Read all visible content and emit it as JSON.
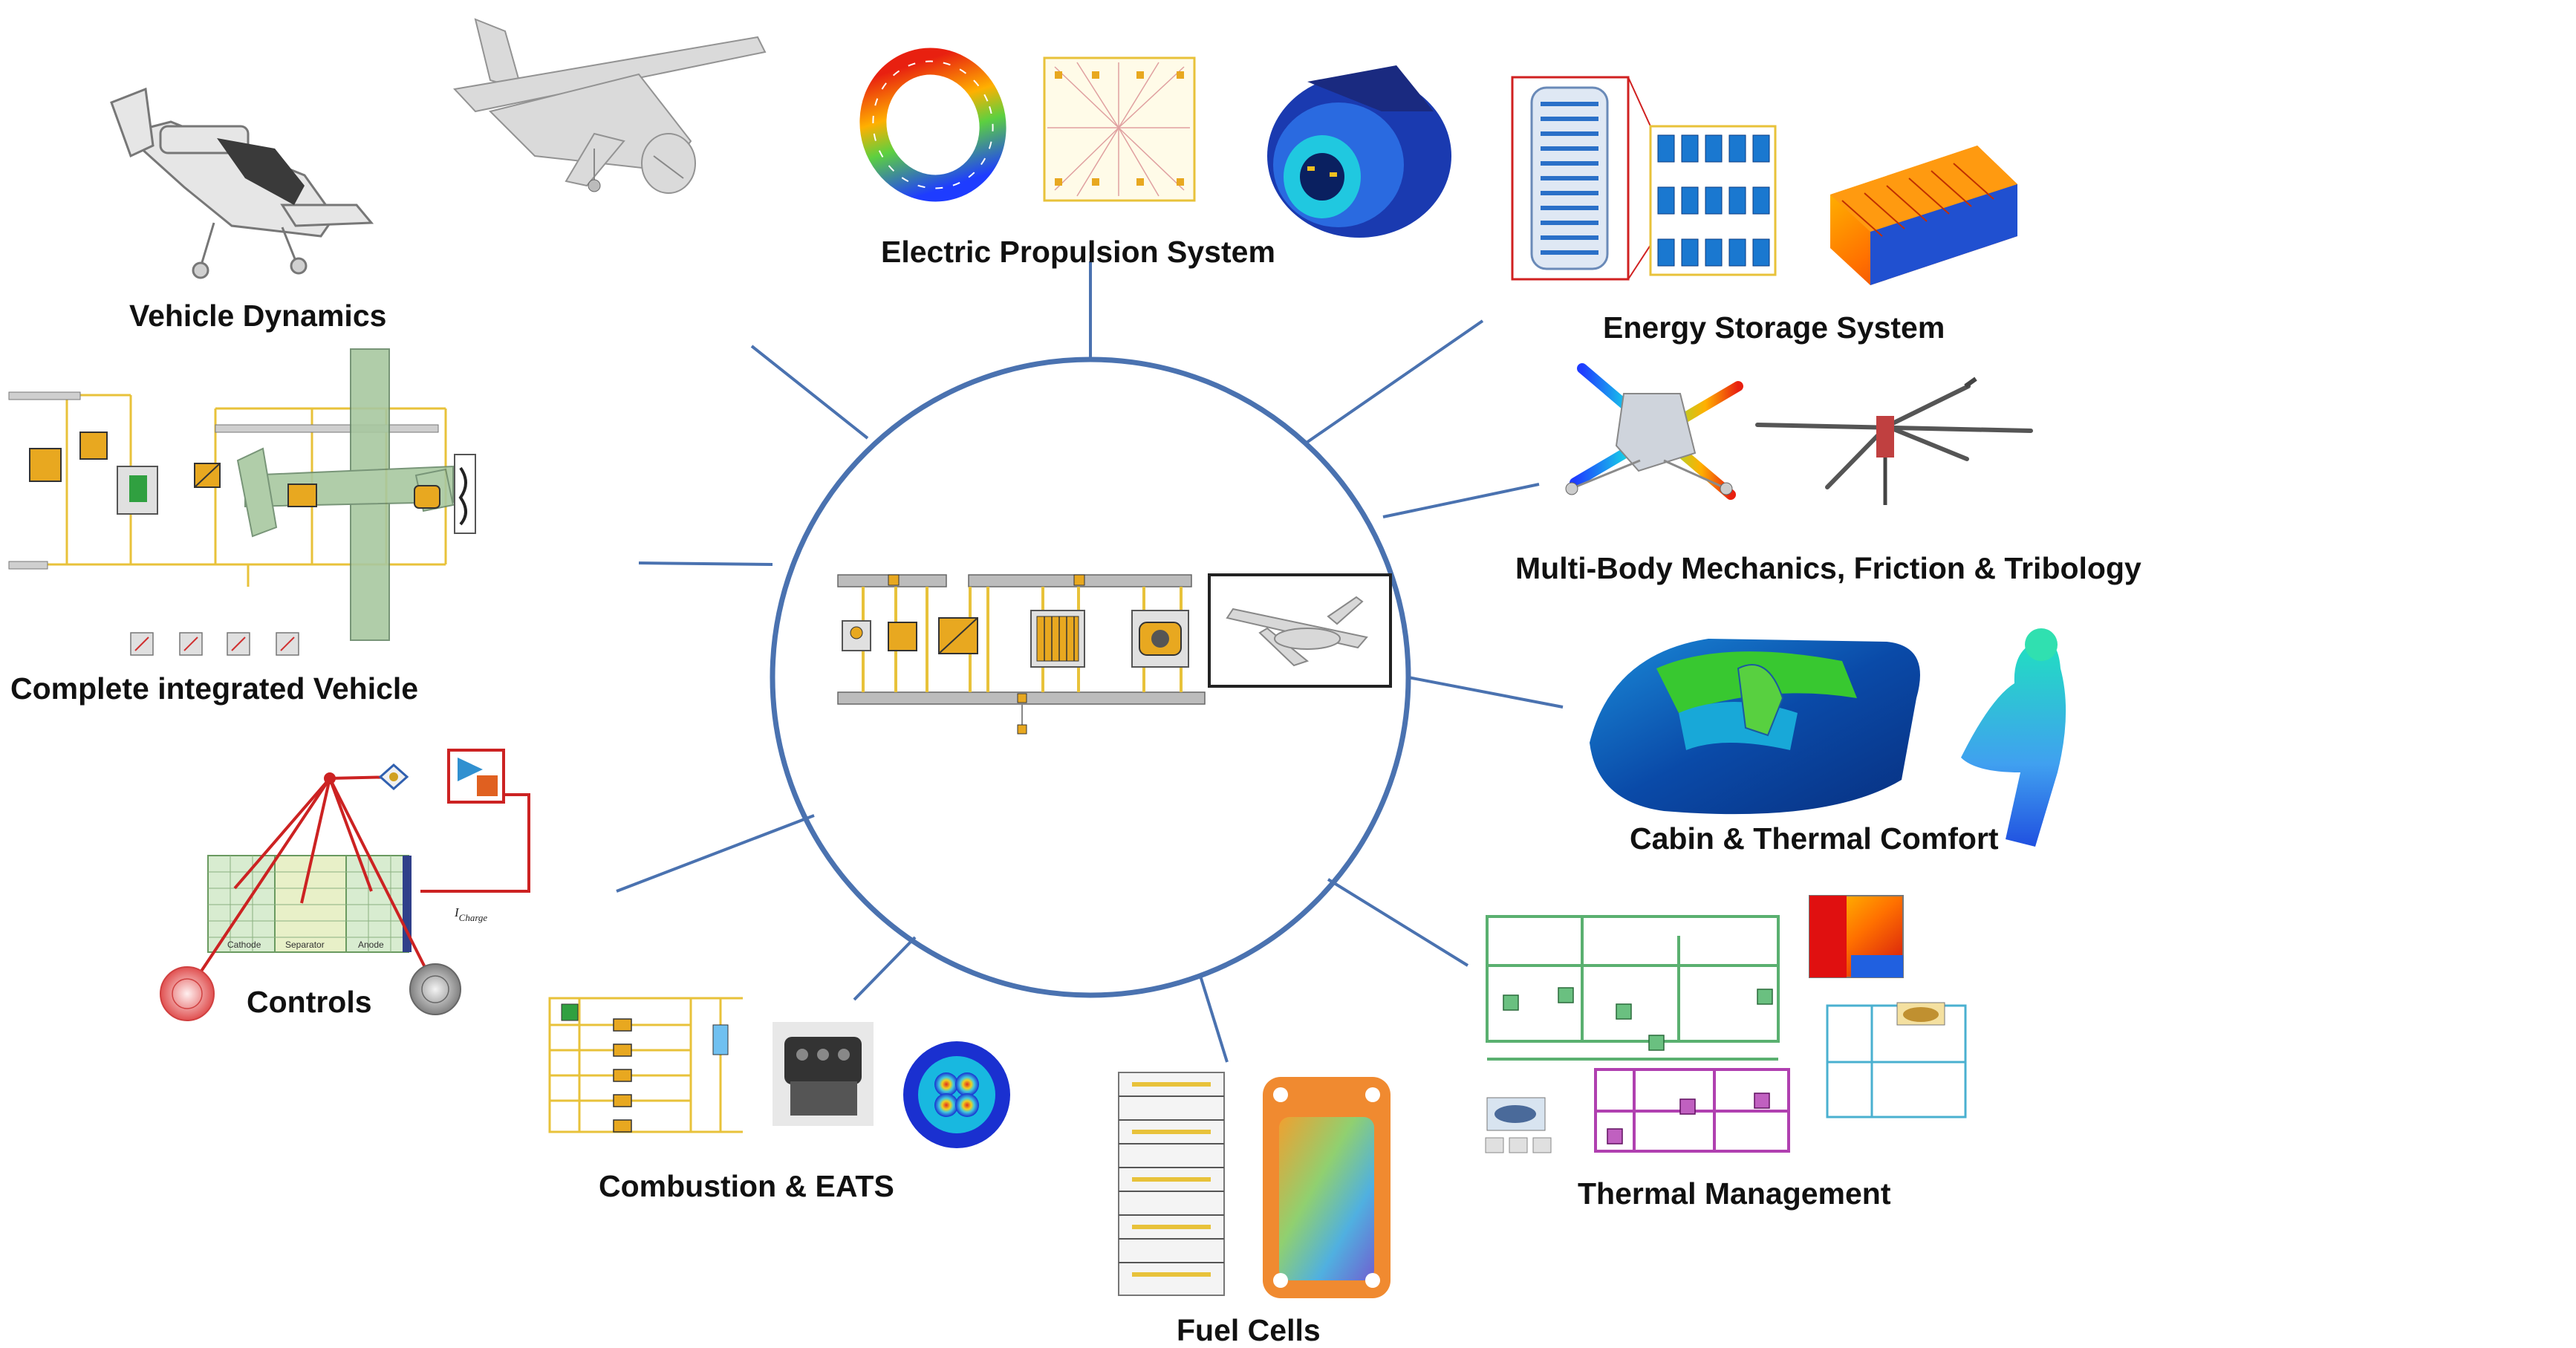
{
  "labels": {
    "vehicle_dynamics": "Vehicle Dynamics",
    "electric_propulsion": "Electric Propulsion System",
    "energy_storage": "Energy Storage System",
    "multibody": "Multi-Body Mechanics, Friction & Tribology",
    "complete_vehicle": "Complete integrated Vehicle",
    "cabin_comfort": "Cabin & Thermal Comfort",
    "controls": "Controls",
    "combustion": "Combustion & EATS",
    "fuel_cells": "Fuel Cells",
    "thermal_management": "Thermal Management"
  },
  "controls_diagram": {
    "cathode": "Cathode",
    "separator": "Separator",
    "anode": "Anode",
    "current": "I",
    "current_sub": "Charge"
  },
  "colors": {
    "hub_circle": "#4a72b0",
    "spoke": "#4a72b0",
    "schematic_yellow": "#e8c23a",
    "component_orange": "#e8a820",
    "controls_red": "#cc2222"
  }
}
